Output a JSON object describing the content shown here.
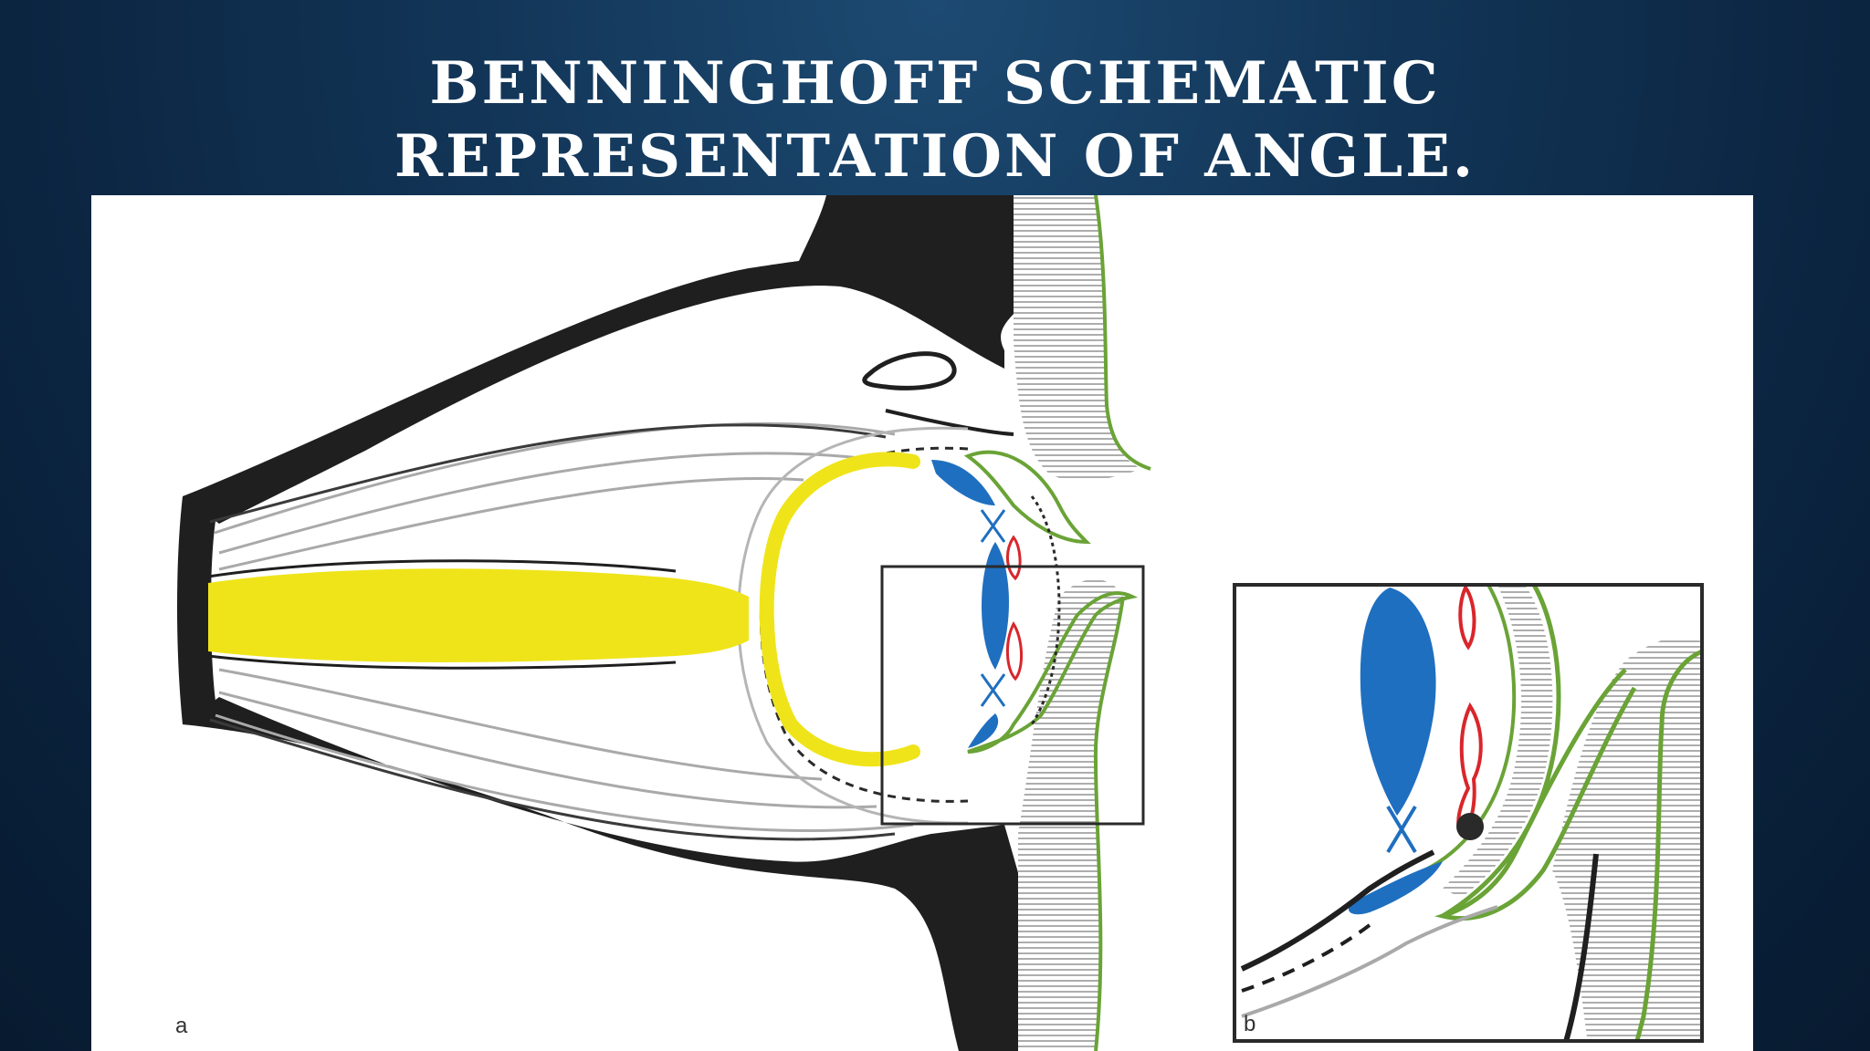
{
  "slide": {
    "title_line1": "BENNINGHOFF SCHEMATIC",
    "title_line2": "REPRESENTATION OF ANGLE."
  },
  "figure": {
    "panel_a_label": "a",
    "panel_b_label": "b"
  },
  "colors": {
    "background": "#0b2440",
    "yellow": "#efe41a",
    "blue": "#1f6fc0",
    "red": "#d9262b",
    "green": "#6aa336",
    "black": "#1f1f1f"
  }
}
